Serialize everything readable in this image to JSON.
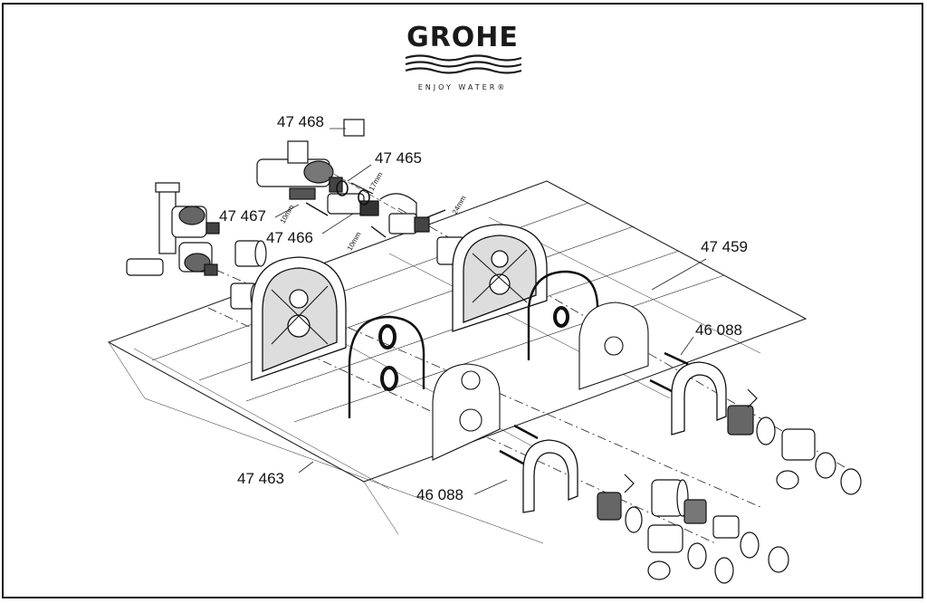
{
  "brand": {
    "name": "GROHE",
    "tagline": "ENJOY WATER"
  },
  "parts": [
    {
      "number": "47 468"
    },
    {
      "number": "47 465"
    },
    {
      "number": "47 467"
    },
    {
      "number": "47 466"
    },
    {
      "number": "47 459"
    },
    {
      "number": "46 088"
    },
    {
      "number": "47 463"
    },
    {
      "number": "46 088"
    }
  ],
  "dimensions": [
    {
      "text": "17mm"
    },
    {
      "text": "24mm"
    },
    {
      "text": "10mm"
    },
    {
      "text": "10mm"
    }
  ]
}
